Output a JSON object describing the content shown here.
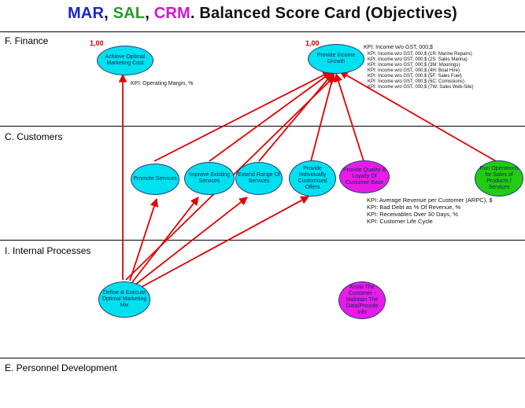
{
  "title": {
    "mar": "MAR",
    "sal": "SAL",
    "crm": "CRM",
    "rest": ". Balanced Score Card (Objectives)",
    "sep1": ", ",
    "sep2": ", "
  },
  "sections": {
    "finance": "F. Finance",
    "customers": "C. Customers",
    "internal": "I. Internal Processes",
    "personnel": "E. Personnel Development"
  },
  "nodes": {
    "marketing_cost": "Achieve Optimal Marketing Cost",
    "income_growth": "Provide Income Growth",
    "promote_services": "Promote Services",
    "improve_services": "Improve Existing Services",
    "extend_range": "Extend Range Of Services",
    "customised_offers": "Provide Individually Customised Offers",
    "quality_loyalty": "Provide Quality & Loyalty Of Customer Base",
    "run_operations": "Run Operations for Sales of Products / Services",
    "marketing_mix": "Define & Execute Optimal Marketing Mix",
    "know_customer": "Know The Customer - Maintain The Data/Provide Info"
  },
  "scores": {
    "marketing_cost": "1,00",
    "income_growth": "1,00"
  },
  "kpis": {
    "marketing_cost": "KPI: Operating Margin, %",
    "income_growth_main": "KPI: Income w/o GST, 000,$",
    "income_growth_sub": [
      "KPI: Income w/o GST, 000,$ (1R: Marine Repairs)",
      "KPI: Income w/o GST, 000,$ (2S: Sales Marina)",
      "KPI: Income w/o GST, 000,$ (3M: Moorings)",
      "KPI: Income w/o GST, 000,$ (4H: Boat Hire)",
      "KPI: Income w/o GST, 000,$ (5F: Sales Fuel)",
      "KPI: Income w/o GST, 000,$ (6C: Comissions)",
      "KPI: Income w/o GST, 000,$ (7W: Sales Web-Site)"
    ],
    "customers": [
      "KPI: Average Revenue per Customer (ARPC), $",
      "KPI: Bad Debt as % Of Revenue, %",
      "KPI: Receivables Over 30 Days, %",
      "KPI: Customer Life Cycle"
    ]
  },
  "colors": {
    "arrow": "#e00000",
    "cyan": "#00e0ef",
    "magenta": "#e81be8",
    "green": "#22cc11"
  },
  "icons": {
    "arrowhead": "arrowhead-icon"
  }
}
